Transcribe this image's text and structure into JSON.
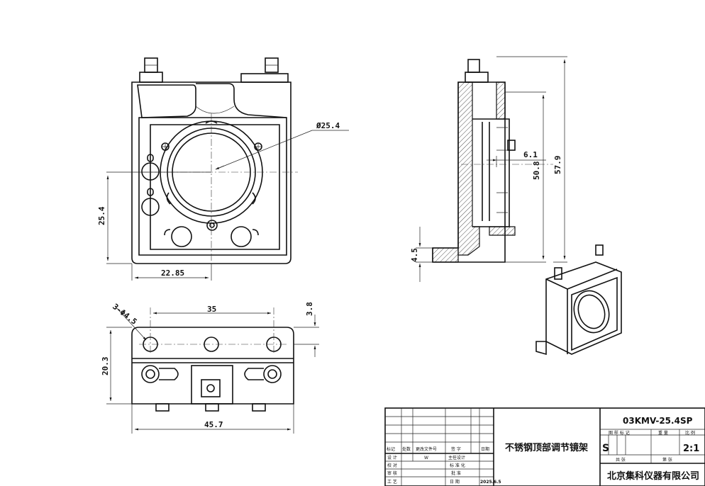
{
  "dimensions": {
    "diameter_aperture": "Ø25.4",
    "front_height_to_center": "25.4",
    "front_width_to_center": "22.85",
    "side_offset": "6.1",
    "side_center_height": "50.8",
    "side_total_height": "57.9",
    "side_base_height": "4.5",
    "top_hole_spacing": "35",
    "top_holes": "3-Φ4.5",
    "top_edge_offset": "3.8",
    "top_depth": "20.3",
    "top_total_width": "45.7"
  },
  "title_block": {
    "model": "03KMV-25.4SP",
    "name": "不锈钢顶部调节镜架",
    "company": "北京集科仪器有限公司",
    "scale": "2:1",
    "material_mark": "S",
    "date": "2025.6.5",
    "designer_mark": "W",
    "headers": {
      "mark": "标记",
      "count": "处数",
      "change_doc": "更改文件号",
      "sign": "签 字",
      "date": "日期",
      "design": "设 计",
      "proofread": "校 对",
      "review": "审 核",
      "process": "工 艺",
      "chief_design": "主任设计",
      "standardize": "标 准 化",
      "approve": "批 准",
      "date_label": "日 期",
      "stage_mark": "图 样 标 记",
      "weight": "重 量",
      "ratio": "比 例",
      "total_sheets": "共 张",
      "sheet_no": "第 张"
    }
  }
}
